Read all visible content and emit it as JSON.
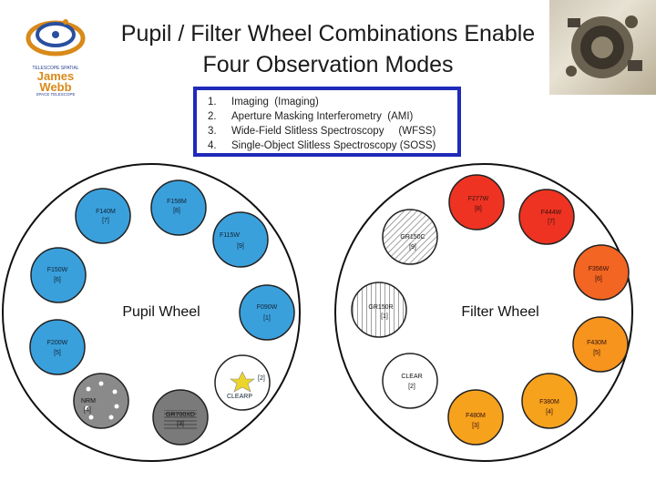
{
  "title_line1": "Pupil / Filter Wheel Combinations Enable",
  "title_line2": "Four Observation Modes",
  "logo": {
    "line1": "TELESCOPE SPATIAL",
    "line2": "James",
    "line3": "Webb",
    "line4": "SPACE TELESCOPE"
  },
  "modes": [
    {
      "num": "1.",
      "text": "Imaging  (Imaging)"
    },
    {
      "num": "2.",
      "text": "Aperture Masking Interferometry  (AMI)"
    },
    {
      "num": "3.",
      "text": "Wide-Field Slitless Spectroscopy     (WFSS)"
    },
    {
      "num": "4.",
      "text": "Single-Object Slitless Spectroscopy (SOSS)"
    }
  ],
  "pupil_wheel": {
    "label": "Pupil Wheel",
    "slots": [
      {
        "name": "F158M",
        "pos": "[8]",
        "color": "#3aa0dc"
      },
      {
        "name": "F140M",
        "pos": "[7]",
        "color": "#3aa0dc"
      },
      {
        "name": "F115W",
        "pos": "[9]",
        "color": "#3aa0dc"
      },
      {
        "name": "F150W",
        "pos": "[6]",
        "color": "#3aa0dc"
      },
      {
        "name": "F090W",
        "pos": "[1]",
        "color": "#3aa0dc"
      },
      {
        "name": "F200W",
        "pos": "[5]",
        "color": "#3aa0dc"
      },
      {
        "name": "CLEARP",
        "pos": "[2]",
        "color": "#ffffff"
      },
      {
        "name": "NRM",
        "pos": "[4]",
        "color": "#8a8a8a"
      },
      {
        "name": "GR700XD",
        "pos": "[3]",
        "color": "#7a7a7a"
      }
    ]
  },
  "filter_wheel": {
    "label": "Filter Wheel",
    "slots": [
      {
        "name": "F277W",
        "pos": "[8]",
        "color": "#ee3322"
      },
      {
        "name": "F444W",
        "pos": "[7]",
        "color": "#ee3322"
      },
      {
        "name": "GR150C",
        "pos": "[9]",
        "color": "#ffffff"
      },
      {
        "name": "F356W",
        "pos": "[6]",
        "color": "#f26522"
      },
      {
        "name": "GR150R",
        "pos": "[1]",
        "color": "#ffffff"
      },
      {
        "name": "F430M",
        "pos": "[5]",
        "color": "#f7941d"
      },
      {
        "name": "CLEAR",
        "pos": "[2]",
        "color": "#ffffff"
      },
      {
        "name": "F380M",
        "pos": "[4]",
        "color": "#f7a21d"
      },
      {
        "name": "F480M",
        "pos": "[3]",
        "color": "#f7a21d"
      }
    ]
  }
}
